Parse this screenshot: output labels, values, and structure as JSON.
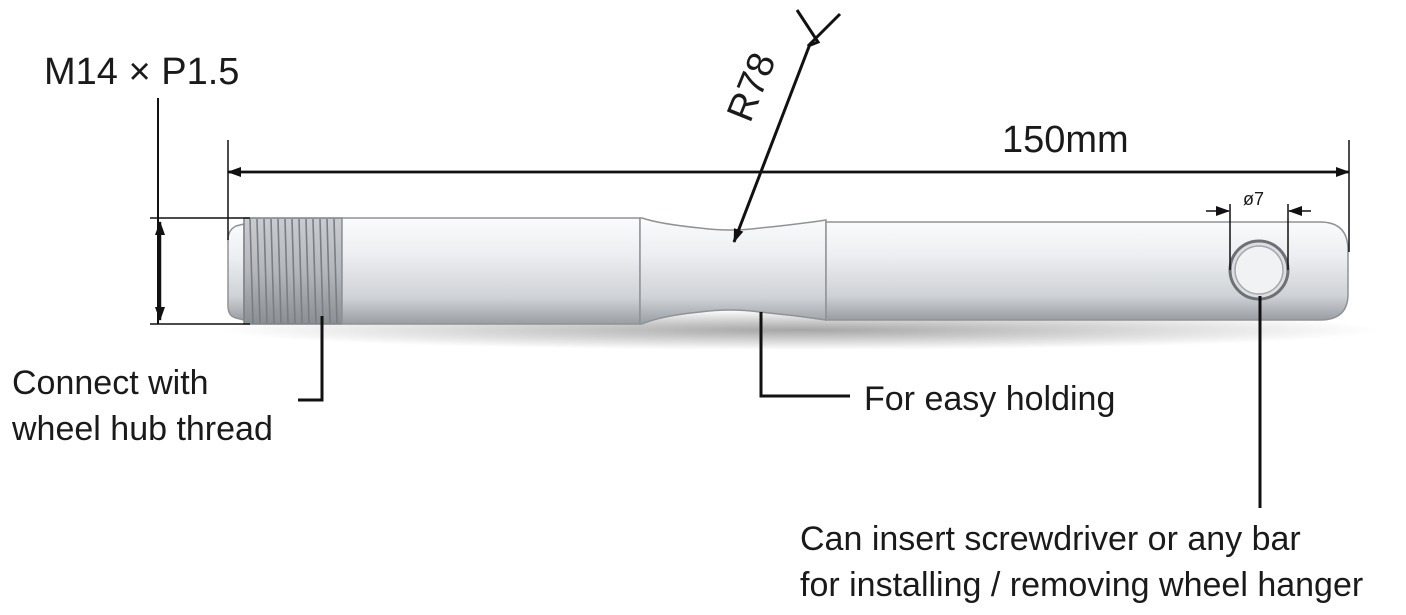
{
  "labels": {
    "thread_spec": "M14 × P1.5",
    "radius": "R78",
    "length": "150mm",
    "hole_diameter": "ø7",
    "thread_note_line1": "Connect with",
    "thread_note_line2": "wheel hub thread",
    "grip_note": "For easy holding",
    "hole_note_line1": "Can insert screwdriver or any bar",
    "hole_note_line2": "for installing / removing wheel hanger"
  },
  "colors": {
    "steel_light": "#f2f3f5",
    "steel_mid": "#d4d6da",
    "steel_dark": "#8f9297",
    "thread": "#a9acb1",
    "line": "#111111"
  }
}
